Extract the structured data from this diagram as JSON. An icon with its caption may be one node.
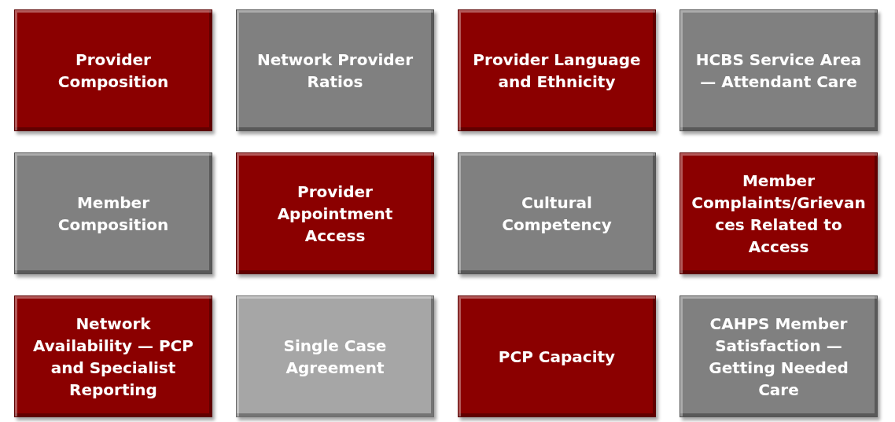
{
  "diagram": {
    "nodes": [
      {
        "text": [
          "Provider Composition"
        ]
      },
      {
        "text": [
          "Network Provider Ratios"
        ]
      },
      {
        "text": [
          "Provider Language and Ethnicity"
        ]
      },
      {
        "text": [
          "HCBS Service Area — Attendant Care"
        ]
      },
      {
        "text": [
          "Member Composition"
        ]
      },
      {
        "text": [
          "Provider Appointment Access"
        ]
      },
      {
        "text": [
          "Cultural Competency"
        ]
      },
      {
        "text": [
          "Member Complaints/Grievances Related to Access"
        ]
      },
      {
        "text": [
          "Network Availability — PCP and Specialist Reporting"
        ]
      },
      {
        "text": [
          "Single Case Agreement"
        ]
      },
      {
        "text": [
          "PCP Capacity"
        ]
      },
      {
        "text": [
          "CAHPS Member Satisfaction — Getting Needed Care"
        ]
      }
    ],
    "edges": []
  }
}
